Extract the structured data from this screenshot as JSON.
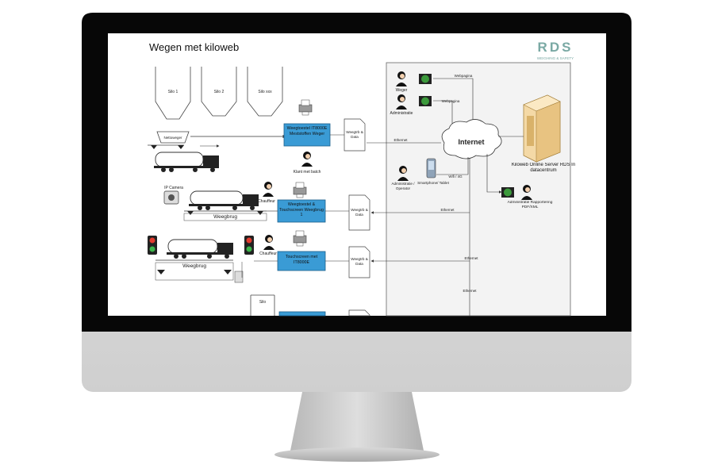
{
  "screen": {
    "title": "Wegen met kiloweb",
    "logo_text": "RDS",
    "logo_sub": "WEIGHING & SAFETY",
    "accent": "#3a9bd5",
    "logo_color": "#7aa9a4"
  },
  "diagram": {
    "silos": [
      "Silo 1",
      "Silo 2",
      "Silo xxx"
    ],
    "silo_bottom": "Silo",
    "nettoweger": "Nettoweger",
    "boxes": {
      "weegtoestel_mestst": "Weegtoestel IT8000E Meststoffen Weger",
      "weegtoestel_touch": "Weegtoestel & Touchscreen Weegbrug 1",
      "touch_it": "Touchscreen met IT8000E"
    },
    "docs": {
      "doc1": "Weegtrb & Data",
      "doc2": "Weegtrb & Data",
      "doc3": "Weegtrb & Data"
    },
    "people": {
      "klant_batch": "Klant met batch",
      "chauffeur1": "Chauffeur",
      "chauffeur2": "Chauffeur",
      "weger": "Weger",
      "administratie": "Administratie",
      "admin_operator": "Administratie / Operator",
      "admin_rapport": "Administratie Rapportering PDF/XML"
    },
    "devices": {
      "ip_camera": "IP Camera",
      "smartphone": "Smartphone/ Tablet"
    },
    "weegbrug1": "Weegbrug",
    "weegbrug2": "Weegbrug",
    "internet": "Internet",
    "server": "Kiloweb Online Server RDS In datacentrum",
    "links": {
      "webpagina1": "Webpagina",
      "webpagina2": "Webpagina",
      "wifi": "Wifi / 4G",
      "ethernet1": "Ethernet",
      "ethernet2": "Ethernet",
      "ethernet3": "Ethernet",
      "ethernet4": "Ethernet"
    }
  }
}
